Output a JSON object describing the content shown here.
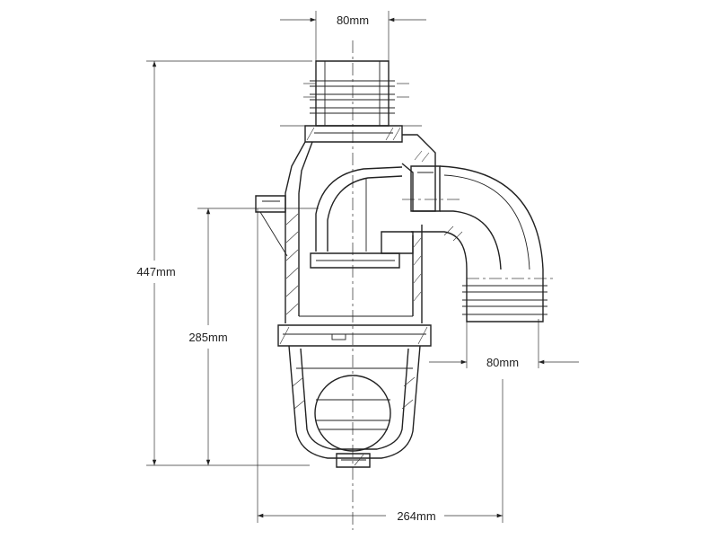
{
  "diagram": {
    "type": "technical drawing",
    "dimensions": {
      "top_width": "80mm",
      "total_height": "447mm",
      "lower_height": "285mm",
      "outlet_width": "80mm",
      "total_width": "264mm"
    },
    "colors": {
      "line": "#222222",
      "background": "#ffffff"
    }
  }
}
